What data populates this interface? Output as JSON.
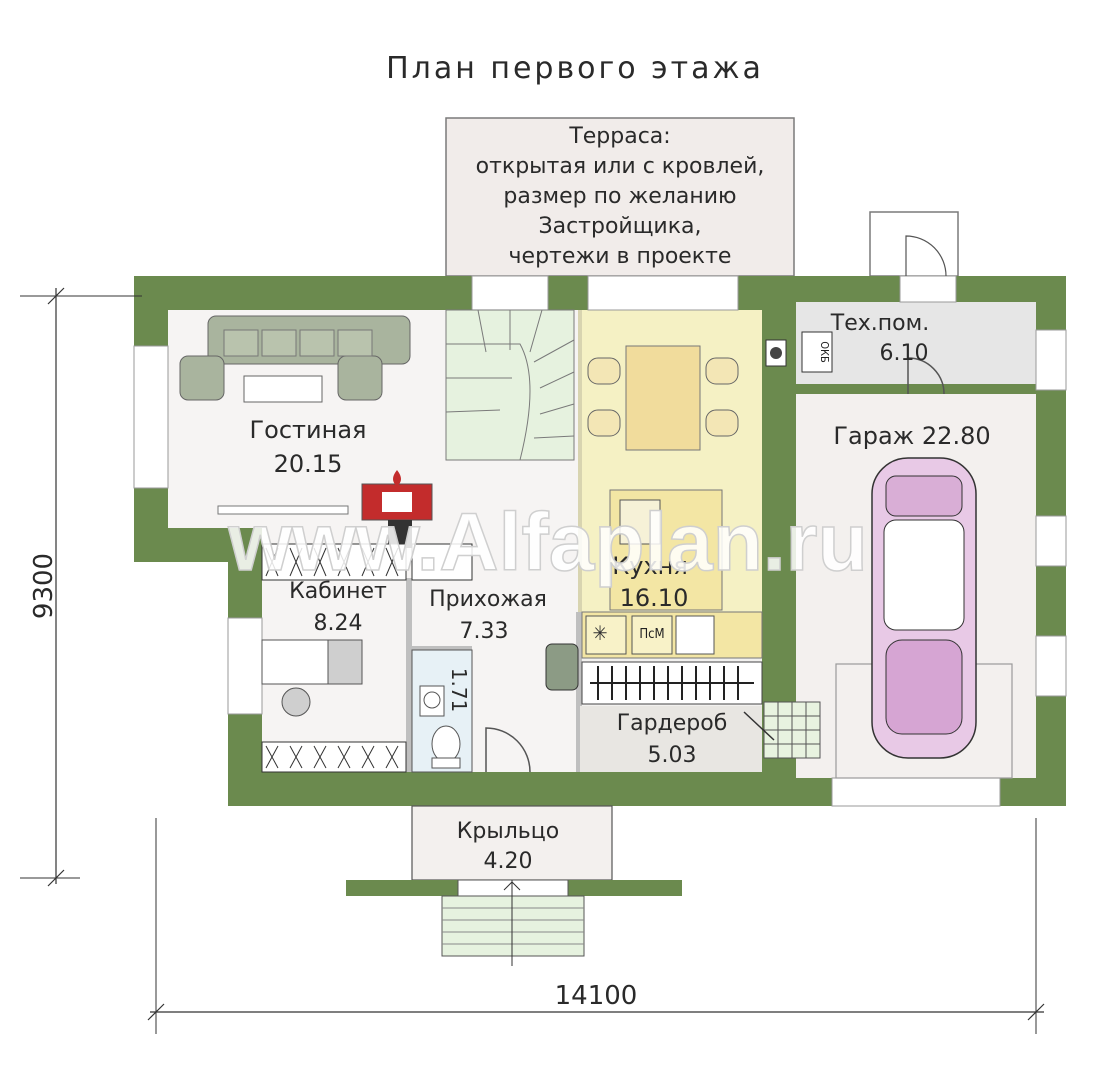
{
  "title": "План первого этажа",
  "terrace": {
    "line1": "Терраса:",
    "line2": "открытая или с кровлей,",
    "line3": "размер по желанию",
    "line4": "Застройщика,",
    "line5": "чертежи в проекте"
  },
  "rooms": {
    "living": {
      "name": "Гостиная",
      "area": "20.15"
    },
    "kitchen": {
      "name": "Кухня",
      "area": "16.10"
    },
    "tech": {
      "name": "Тех.пом.",
      "area": "6.10"
    },
    "garage": {
      "name": "Гараж 22.80"
    },
    "office": {
      "name": "Кабинет",
      "area": "8.24"
    },
    "hall": {
      "name": "Прихожая",
      "area": "7.33"
    },
    "bath": {
      "area": "1.71"
    },
    "wardrobe": {
      "name": "Гардероб",
      "area": "5.03"
    },
    "porch": {
      "name": "Крыльцо",
      "area": "4.20"
    }
  },
  "labels": {
    "boiler": "ОКБ",
    "dishwasher": "ПсМ"
  },
  "dimensions": {
    "width": "14100",
    "height": "9300"
  },
  "watermark": "www.Alfaplan.ru",
  "colors": {
    "wall": "#6b8a4e",
    "floor": "#f3f0ee",
    "kitchen": "#f5f1c4",
    "terrace": "#f1ecea",
    "car": "#e8c9e6",
    "stairs": "#e6f2df"
  }
}
